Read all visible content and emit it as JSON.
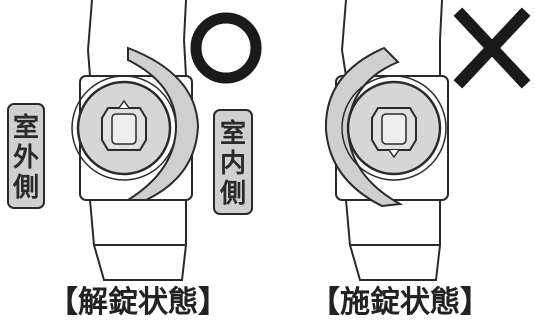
{
  "left_panel": {
    "state_label": "【解錠状態】",
    "mark": "circle-mark",
    "side_outdoor_label": [
      "室",
      "外",
      "側"
    ],
    "side_indoor_label": [
      "室",
      "内",
      "側"
    ]
  },
  "right_panel": {
    "state_label": "【施錠状態】",
    "mark": "cross-mark"
  },
  "colors": {
    "outline": "#2a2a2a",
    "thumbturn_fill": "#cfcfcf",
    "knob_fill": "#d6d6d6",
    "tag_fill": "#d0d0d0",
    "mark": "#1a1a1a"
  }
}
